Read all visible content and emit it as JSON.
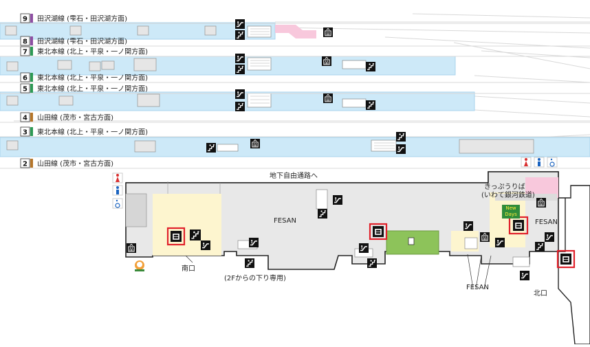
{
  "tracks": [
    {
      "number": "9",
      "line": "田沢湖線 (雫石・田沢湖方面)",
      "color": "#8e4fa3"
    },
    {
      "number": "8",
      "line": "田沢湖線 (雫石・田沢湖方面)",
      "color": "#8e4fa3"
    },
    {
      "number": "7",
      "line": "東北本線 (北上・平泉・一ノ関方面)",
      "color": "#2e9a55"
    },
    {
      "number": "6",
      "line": "東北本線 (北上・平泉・一ノ関方面)",
      "color": "#2e9a55"
    },
    {
      "number": "5",
      "line": "東北本線 (北上・平泉・一ノ関方面)",
      "color": "#2e9a55"
    },
    {
      "number": "4",
      "line": "山田線 (茂市・宮古方面)",
      "color": "#b5762a"
    },
    {
      "number": "3",
      "line": "東北本線 (北上・平泉・一ノ関方面)",
      "color": "#2e9a55"
    },
    {
      "number": "2",
      "line": "山田線 (茂市・宮古方面)",
      "color": "#b5762a"
    }
  ],
  "labels": {
    "underground_passage": "地下自由通路へ",
    "fesan_main": "FESAN",
    "fesan_north": "FESAN",
    "fesan_lower": "FESAN",
    "kippu_1": "きっぷうりば",
    "kippu_2": "(いわて銀河鉄道)",
    "south_exit": "南口",
    "north_exit": "北口",
    "descend_only": "(2Fからの下り専用)",
    "newdays": "New Days"
  },
  "colors": {
    "platform": "#cde9f8",
    "platform_border": "#a9d3ec",
    "concourse": "#e8e8e8",
    "shop_yellow": "#fdf5cf",
    "green_area": "#8dc35a",
    "pink": "#f8c8dc",
    "highlight": "#e0202a",
    "rail": "#d8d8d8"
  }
}
